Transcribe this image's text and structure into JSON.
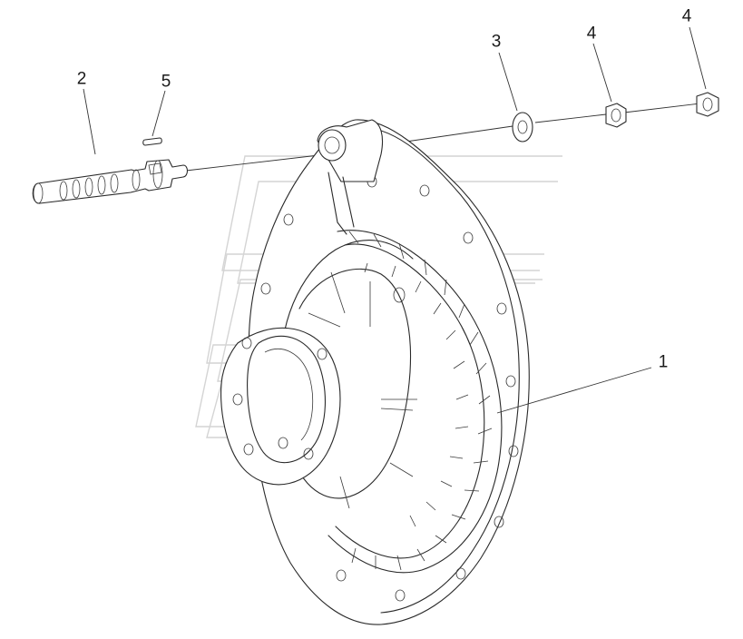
{
  "callouts": {
    "housing": "1",
    "shaft": "2",
    "washer": "3",
    "nut_a": "4",
    "nut_b": "4",
    "key": "5"
  }
}
